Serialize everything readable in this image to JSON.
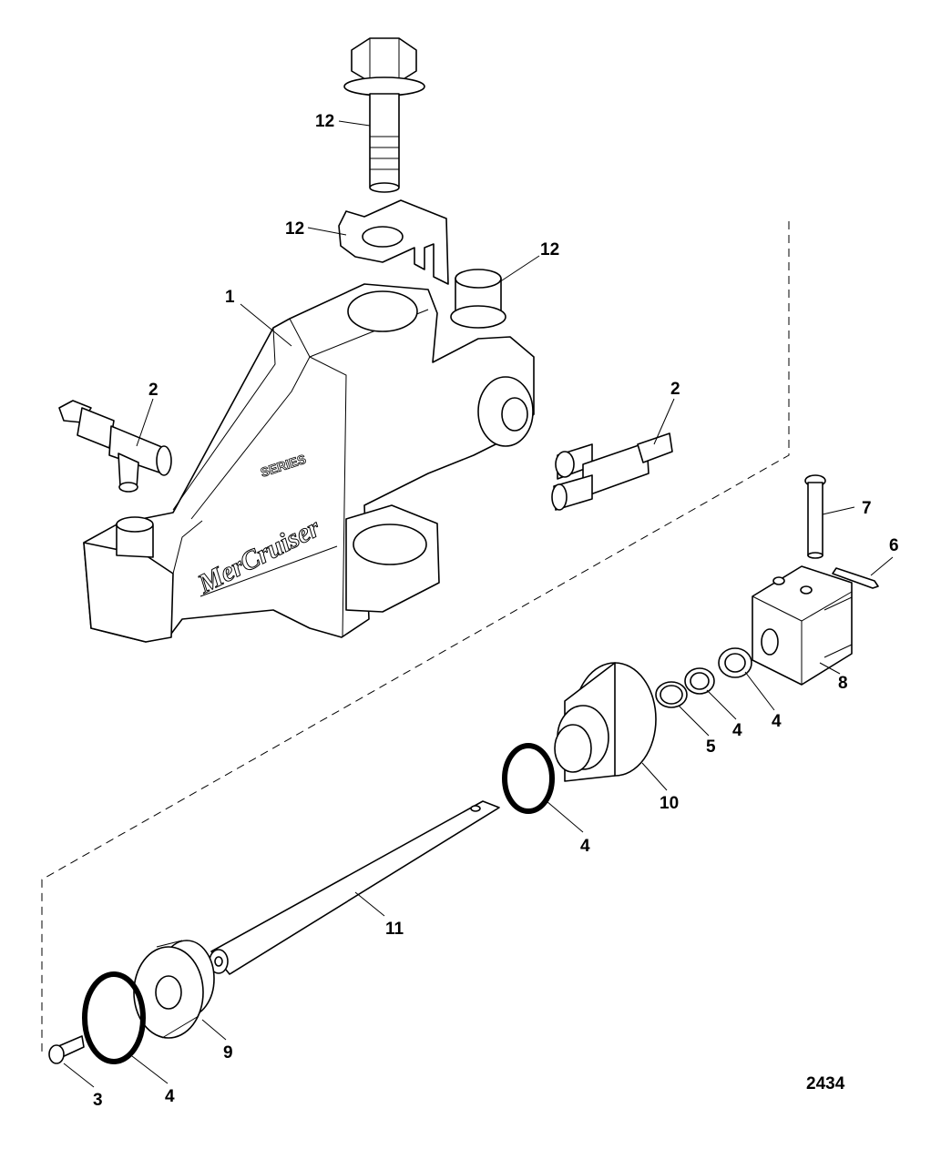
{
  "figure_number": "2434",
  "brand_mark": "MerCruiser",
  "casting_mark": "SERIES",
  "callouts": {
    "c1": "1",
    "c2a": "2",
    "c2b": "2",
    "c3": "3",
    "c4a": "4",
    "c4b": "4",
    "c4c": "4",
    "c4d": "4",
    "c5": "5",
    "c6": "6",
    "c7": "7",
    "c8": "8",
    "c9": "9",
    "c10": "10",
    "c11": "11",
    "c12a": "12",
    "c12b": "12",
    "c12c": "12"
  }
}
